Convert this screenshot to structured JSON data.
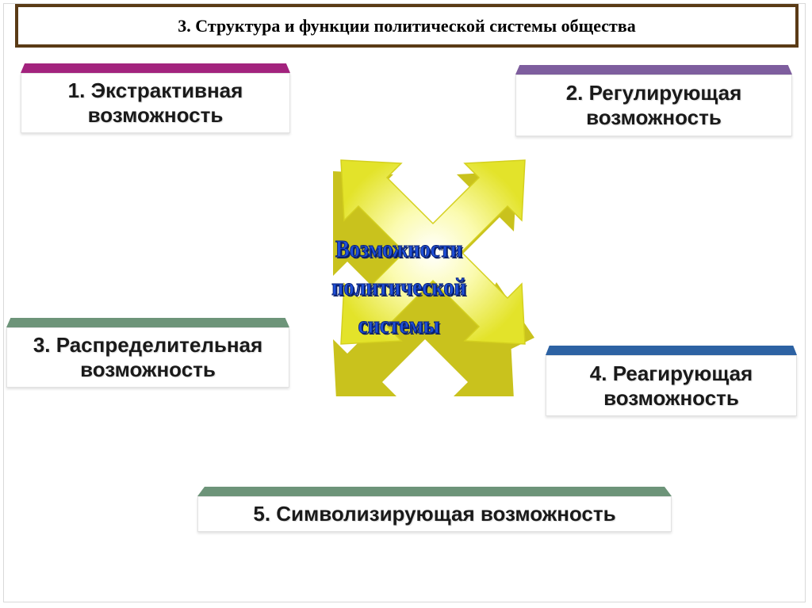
{
  "title": "3. Структура и функции политической системы общества",
  "center": {
    "label": "Возможности\nполитической\nсистемы",
    "text_color": "#1e4fd8",
    "shape_color": "#e8e82a"
  },
  "cards": [
    {
      "label": "1. Экстрактивная\nвозможность",
      "bar_color": "#a3237e"
    },
    {
      "label": "2. Регулирующая\nвозможность",
      "bar_color": "#7e5e9e"
    },
    {
      "label": "3. Распределительная\nвозможность",
      "bar_color": "#6d9479"
    },
    {
      "label": "4. Реагирующая\nвозможность",
      "bar_color": "#2d62a3"
    },
    {
      "label": "5. Символизирующая возможность",
      "bar_color": "#6d9479"
    }
  ]
}
